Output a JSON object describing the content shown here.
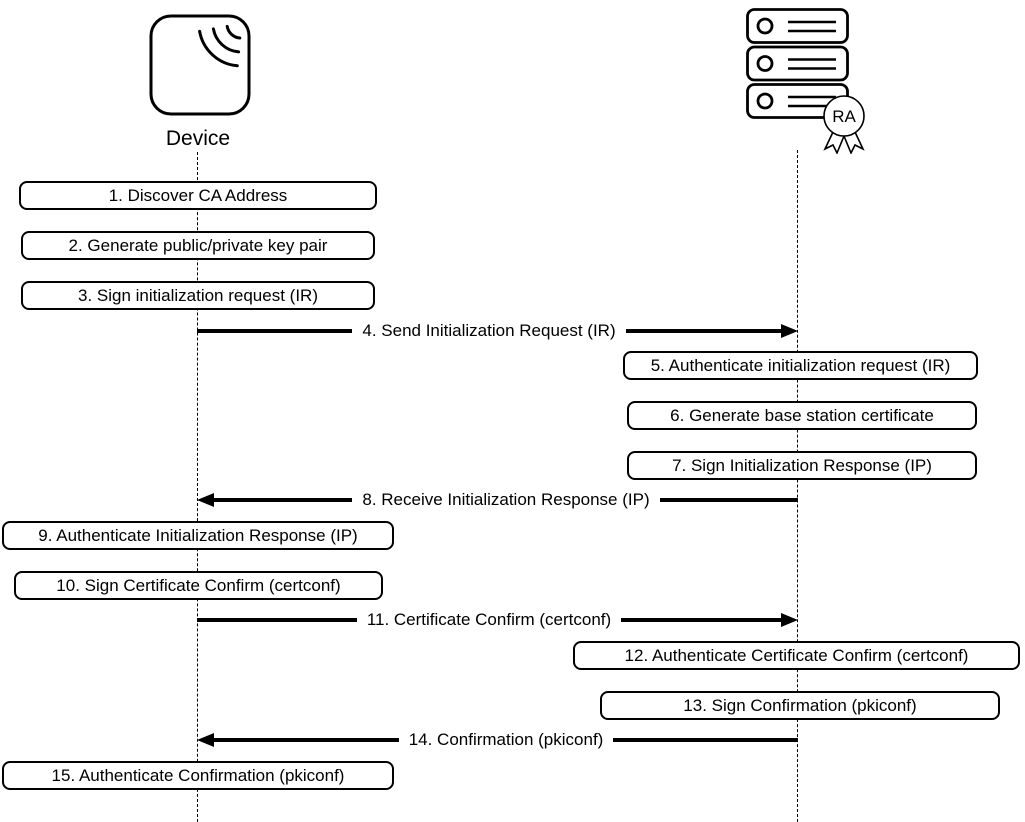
{
  "diagram": {
    "actors": [
      {
        "id": "device",
        "label": "Device",
        "icon": "wireless-device-icon"
      },
      {
        "id": "ra",
        "label": "",
        "icon": "server-rack-icon",
        "badge": "RA"
      }
    ],
    "steps": [
      {
        "num": 1,
        "kind": "action",
        "actor": "device",
        "label": "1. Discover CA Address"
      },
      {
        "num": 2,
        "kind": "action",
        "actor": "device",
        "label": "2. Generate public/private key pair"
      },
      {
        "num": 3,
        "kind": "action",
        "actor": "device",
        "label": "3. Sign initialization request (IR)"
      },
      {
        "num": 4,
        "kind": "message",
        "from": "device",
        "to": "ra",
        "label": "4. Send Initialization Request (IR)"
      },
      {
        "num": 5,
        "kind": "action",
        "actor": "ra",
        "label": "5. Authenticate initialization request (IR)"
      },
      {
        "num": 6,
        "kind": "action",
        "actor": "ra",
        "label": "6. Generate base station certificate"
      },
      {
        "num": 7,
        "kind": "action",
        "actor": "ra",
        "label": "7. Sign Initialization Response (IP)"
      },
      {
        "num": 8,
        "kind": "message",
        "from": "ra",
        "to": "device",
        "label": "8. Receive Initialization Response (IP)"
      },
      {
        "num": 9,
        "kind": "action",
        "actor": "device",
        "label": "9. Authenticate Initialization Response (IP)"
      },
      {
        "num": 10,
        "kind": "action",
        "actor": "device",
        "label": "10. Sign Certificate Confirm (certconf)"
      },
      {
        "num": 11,
        "kind": "message",
        "from": "device",
        "to": "ra",
        "label": "11. Certificate Confirm (certconf)"
      },
      {
        "num": 12,
        "kind": "action",
        "actor": "ra",
        "label": "12. Authenticate Certificate Confirm (certconf)"
      },
      {
        "num": 13,
        "kind": "action",
        "actor": "ra",
        "label": "13. Sign Confirmation (pkiconf)"
      },
      {
        "num": 14,
        "kind": "message",
        "from": "ra",
        "to": "device",
        "label": "14. Confirmation (pkiconf)"
      },
      {
        "num": 15,
        "kind": "action",
        "actor": "device",
        "label": "15. Authenticate Confirmation (pkiconf)"
      }
    ],
    "colors": {
      "stroke": "#000000",
      "background": "#ffffff"
    }
  }
}
